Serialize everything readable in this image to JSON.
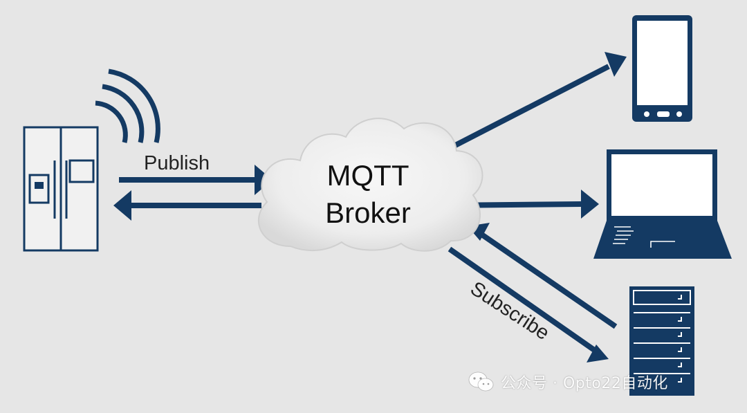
{
  "diagram": {
    "cloud_label_line1": "MQTT",
    "cloud_label_line2": "Broker",
    "publish_label": "Publish",
    "subscribe_label": "Subscribe"
  },
  "devices": {
    "publisher_icon": "refrigerator-icon",
    "subscriber_icons": [
      "smartphone-icon",
      "laptop-icon",
      "server-rack-icon"
    ]
  },
  "watermark": {
    "text": "公众号 · Opto22自动化",
    "icon": "wechat-icon"
  },
  "colors": {
    "primary": "#143a63",
    "background": "#e6e6e6",
    "cloud_fill": "#f2f2f2"
  }
}
